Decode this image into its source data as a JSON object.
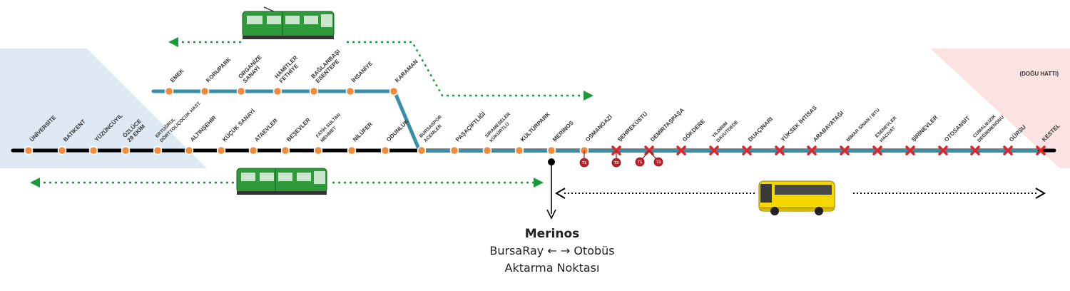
{
  "region_label_right": "(DOĞU HATTI)",
  "main_line": [
    {
      "name": "ÜNİVERSİTE",
      "status": "open"
    },
    {
      "name": "BATIKENT",
      "status": "open"
    },
    {
      "name": "YÜZÜNCÜYIL",
      "status": "open"
    },
    {
      "name": "ÖZLÜCE\n29 EKİM",
      "status": "open"
    },
    {
      "name": "ERTUĞRUL\nDÖRTYOL/ÇOCUK HAST.",
      "status": "open"
    },
    {
      "name": "ALTINŞEHİR",
      "status": "open"
    },
    {
      "name": "KÜÇÜK SANAYİ",
      "status": "open"
    },
    {
      "name": "ATAEVLER",
      "status": "open"
    },
    {
      "name": "BEŞEVLER",
      "status": "open"
    },
    {
      "name": "FATİH SULTAN\nMEHMET",
      "status": "open"
    },
    {
      "name": "NİLÜFER",
      "status": "open"
    },
    {
      "name": "ODUNLUK",
      "status": "open"
    },
    {
      "name": "BURSASPOR\nACEMLER",
      "status": "open"
    },
    {
      "name": "PAŞAÇİFTLİĞİ",
      "status": "open"
    },
    {
      "name": "SIRAMESELER\nKÜKÜRTLÜ",
      "status": "open"
    },
    {
      "name": "KÜLTÜRPARK",
      "status": "open"
    },
    {
      "name": "MERİNOS",
      "status": "open"
    },
    {
      "name": "OSMANGAZİ",
      "status": "transfer",
      "tags": [
        "T1"
      ]
    },
    {
      "name": "ŞEHREKÜSTÜ",
      "status": "closed",
      "tags": [
        "T3"
      ]
    },
    {
      "name": "DEMİRTAŞPAŞA",
      "status": "closed",
      "tags": [
        "T1",
        "T3"
      ]
    },
    {
      "name": "GÖKDERE",
      "status": "closed"
    },
    {
      "name": "YILDIRIM\nDAVUTDEDE",
      "status": "closed"
    },
    {
      "name": "DUAÇINARI",
      "status": "closed"
    },
    {
      "name": "YÜKSEK İHTİSAS",
      "status": "closed"
    },
    {
      "name": "ARABAYATAĞI",
      "status": "closed"
    },
    {
      "name": "MİMAR SİNAN / BTÜ",
      "status": "closed"
    },
    {
      "name": "ESENEVLER\nHACIVAT",
      "status": "closed"
    },
    {
      "name": "ŞİRİNEVLER",
      "status": "closed"
    },
    {
      "name": "OTOSANSİT",
      "status": "closed"
    },
    {
      "name": "CUMALIKIZIK\nDEĞİRMENÖNÜ",
      "status": "closed"
    },
    {
      "name": "GÜRSU",
      "status": "closed"
    },
    {
      "name": "KESTEL",
      "status": "closed"
    }
  ],
  "branch_line": [
    {
      "name": "EMEK"
    },
    {
      "name": "KORUPARK"
    },
    {
      "name": "ORGANİZE\nSANAYİ"
    },
    {
      "name": "HAMİTLER\nFETHİYE"
    },
    {
      "name": "BAĞLARBAŞI\nESENTEPE"
    },
    {
      "name": "İHSANİYE"
    },
    {
      "name": "KARAMAN"
    }
  ],
  "transfer_caption": {
    "title": "Merinos",
    "left_mode": "BursaRay",
    "arrows": "←  →",
    "right_mode": "Otobüs",
    "subtitle": "Aktarma Noktası"
  },
  "colors": {
    "line_black": "#000000",
    "line_teal": "#3a8fa8",
    "station_orange": "#f28a3c",
    "closed_red": "#e0262b",
    "arrow_green": "#1a9a3a",
    "tram_green": "#2e9a3a",
    "bus_yellow": "#f5d800",
    "west_zone": "#dfe9f4",
    "east_zone": "#fbe3e3"
  }
}
